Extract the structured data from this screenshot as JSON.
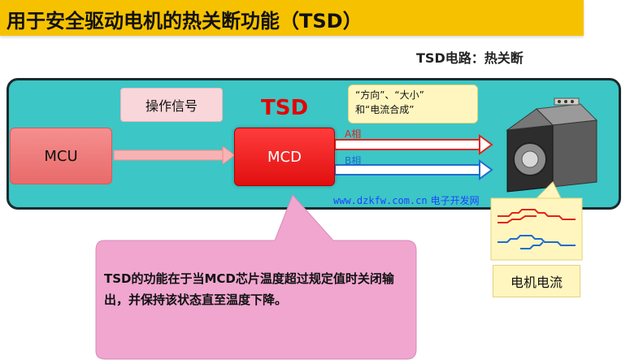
{
  "title": "用于安全驱动电机的热关断功能（TSD）",
  "subtitle": "TSD电路：热关断",
  "blocks": {
    "mcu": "MCU",
    "mcd": "MCD",
    "op_signal": "操作信号",
    "tsd": "TSD"
  },
  "info_box": {
    "line1": "“方向”、“大小”",
    "line2": "和“电流合成”"
  },
  "phases": {
    "a": "A相",
    "b": "B相"
  },
  "watermark": {
    "url": "www.dzkfw.com.cn",
    "name": "电子开发网"
  },
  "motor_current_label": "电机电流",
  "callout": "TSD的功能在于当MCD芯片温度超过规定值时关闭输出，并保持该状态直至温度下降。",
  "colors": {
    "title_bar": "#f6c200",
    "panel": "#3cc6c6",
    "mcd": "#e60000",
    "phase_a": "#e1251b",
    "phase_b": "#1f6bd0",
    "callout": "#f0a6cf"
  }
}
